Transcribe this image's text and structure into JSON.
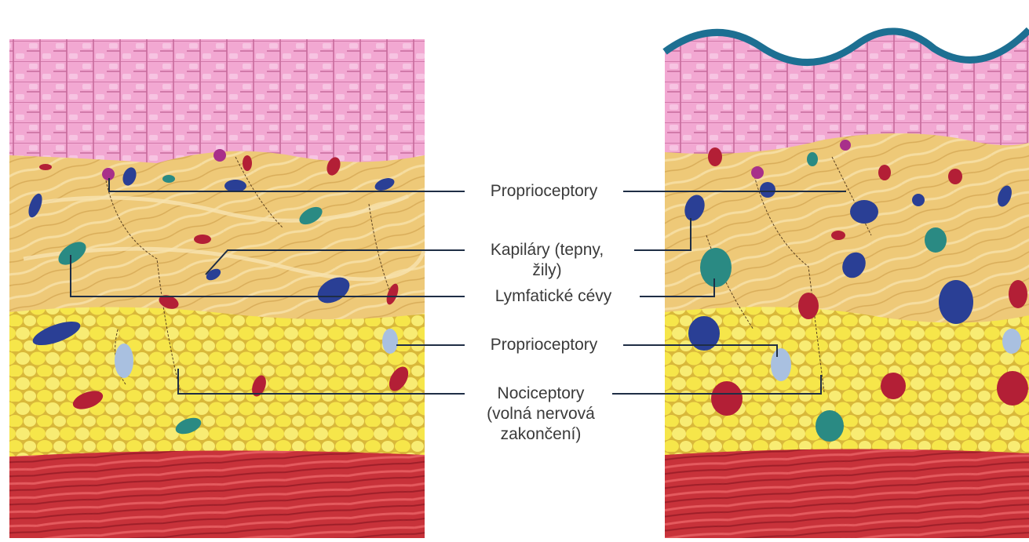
{
  "labels": [
    {
      "lines": [
        "Proprioceptory"
      ]
    },
    {
      "lines": [
        "Kapiláry (tepny,",
        "žily)"
      ]
    },
    {
      "lines": [
        "Lymfatické cévy"
      ]
    },
    {
      "lines": [
        "Proprioceptory"
      ]
    },
    {
      "lines": [
        "Nociceptory",
        "(volná nervová",
        "zakončení)"
      ]
    }
  ],
  "colors": {
    "epidermis": "#f2a8d2",
    "epidermis_cell_border": "#c76a9c",
    "dermis": "#eec978",
    "fat": "#f6e64a",
    "muscle": "#c8323a",
    "wave_line": "#1d6f92",
    "vein": "#2a3f95",
    "artery": "#b31f36",
    "lymph": "#2a8a83",
    "leader_line": "#1f2e45"
  }
}
